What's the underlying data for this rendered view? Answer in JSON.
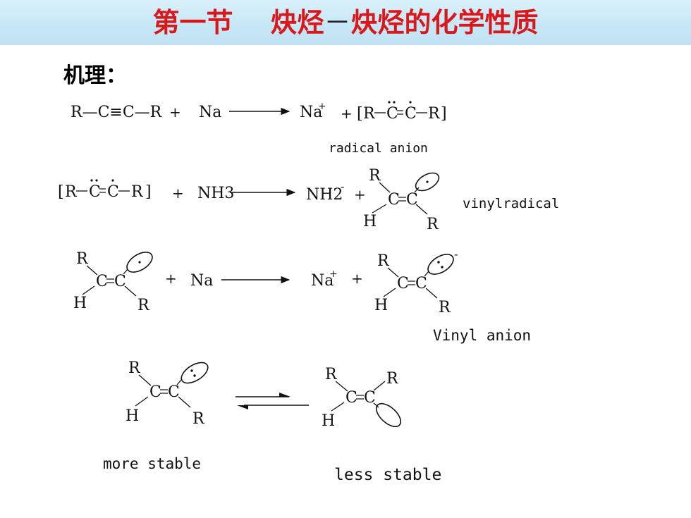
{
  "title": {
    "part1": "第一节",
    "gap": "    ",
    "part2": "炔烃",
    "sep": "－",
    "part3": "炔烃的化学性质"
  },
  "mechanism_label": "机理：",
  "reaction1": {
    "alkyne": "R—C≡C—R",
    "plus1": "+",
    "reagent": "Na",
    "product_cation": "Na",
    "cation_charge": "+",
    "plus2": "+",
    "bracket_open": "[",
    "bracket_close": "]",
    "r_left": "R",
    "c_left": "C",
    "c_right": "C",
    "r_right": "R",
    "caption": "radical anion"
  },
  "reaction2": {
    "bracket_open": "[",
    "bracket_close": "]",
    "r_left": "R",
    "c_left": "C",
    "c_right": "C",
    "r_right": "R",
    "plus1": "+",
    "reagent": "NH3",
    "product": "NH2",
    "product_charge": "-",
    "plus2": "+",
    "vinyl": {
      "r_top": "R",
      "c1": "C",
      "c2": "C",
      "h": "H",
      "r_bottom": "R"
    },
    "caption": "vinylradical"
  },
  "reaction3": {
    "reactant": {
      "r_top": "R",
      "c1": "C",
      "c2": "C",
      "h": "H",
      "r_bottom": "R"
    },
    "plus1": "+",
    "reagent": "Na",
    "product_cation": "Na",
    "cation_charge": "+",
    "plus2": "+",
    "product": {
      "r_top": "R",
      "c1": "C",
      "c2": "C",
      "h": "H",
      "r_bottom": "R",
      "charge": "-"
    },
    "caption": "Vinyl anion"
  },
  "equilibrium": {
    "left": {
      "r_top": "R",
      "c1": "C",
      "c2": "C",
      "h": "H",
      "r_bottom": "R"
    },
    "right": {
      "r_top": "R",
      "c1": "C",
      "c2": "C",
      "h": "H",
      "r_right": "R"
    },
    "left_caption": "more stable",
    "right_caption": "less stable"
  }
}
